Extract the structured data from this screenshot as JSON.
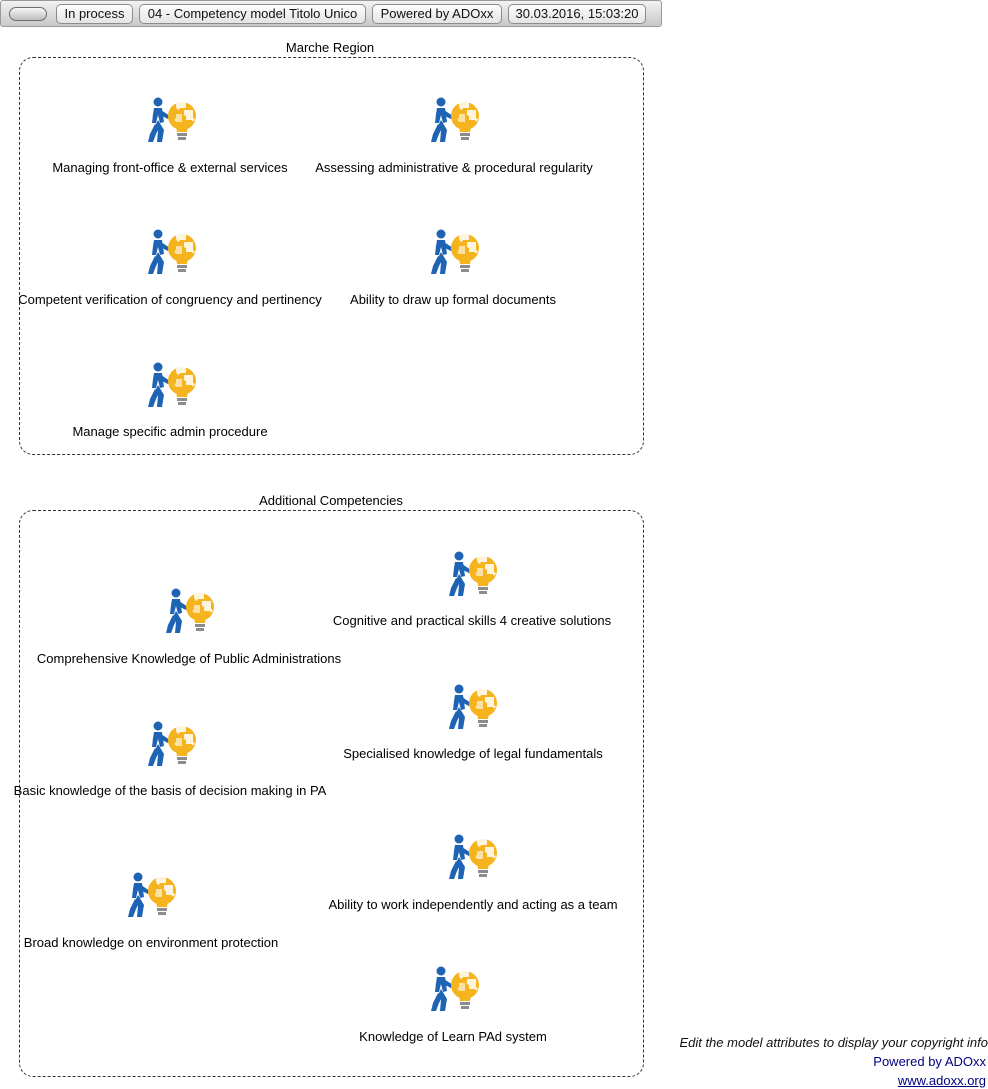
{
  "header": {
    "status": "In process",
    "model_name": "04 - Competency model Titolo Unico",
    "powered": "Powered by ADOxx",
    "timestamp": "30.03.2016, 15:03:20"
  },
  "groups": [
    {
      "title": "Marche Region",
      "nodes": [
        {
          "label": "Managing front-office & external services",
          "icon": "competency-icon"
        },
        {
          "label": "Assessing administrative & procedural regularity",
          "icon": "competency-icon"
        },
        {
          "label": "Competent verification of congruency and pertinency",
          "icon": "competency-icon"
        },
        {
          "label": "Ability to draw up formal documents",
          "icon": "competency-icon"
        },
        {
          "label": "Manage specific admin procedure",
          "icon": "competency-icon"
        }
      ]
    },
    {
      "title": "Additional Competencies",
      "nodes": [
        {
          "label": "Cognitive and practical skills 4 creative solutions",
          "icon": "competency-icon"
        },
        {
          "label": "Comprehensive Knowledge of Public Administrations",
          "icon": "competency-icon"
        },
        {
          "label": "Specialised knowledge of legal fundamentals",
          "icon": "competency-icon"
        },
        {
          "label": "Basic knowledge of the basis of decision making in PA",
          "icon": "competency-icon"
        },
        {
          "label": "Ability to work independently and acting as a team",
          "icon": "competency-icon"
        },
        {
          "label": "Broad knowledge on environment protection",
          "icon": "competency-icon"
        },
        {
          "label": "Knowledge of Learn PAd system",
          "icon": "competency-icon"
        }
      ]
    }
  ],
  "footer": {
    "copyright": "Edit the model attributes to display your copyright info",
    "powered": "Powered by ADOxx",
    "link": "www.adoxx.org"
  },
  "colors": {
    "person": "#1f64b4",
    "bulb": "#f5b41e",
    "bulb_base": "#8c8c8c"
  }
}
